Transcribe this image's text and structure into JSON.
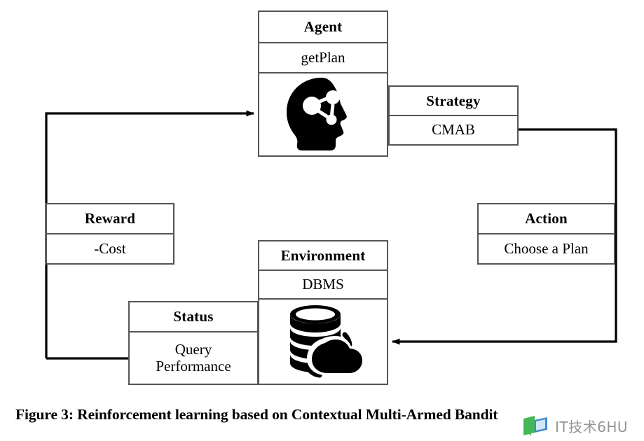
{
  "figure": {
    "caption": "Figure 3: Reinforcement learning based on Contextual Multi-Armed Bandit"
  },
  "nodes": {
    "agent": {
      "title": "Agent",
      "attribute": "getPlan",
      "icon": "head-brain-network-icon"
    },
    "strategy": {
      "title": "Strategy",
      "attribute": "CMAB"
    },
    "reward": {
      "title": "Reward",
      "attribute": "-Cost"
    },
    "action": {
      "title": "Action",
      "attribute": "Choose a Plan"
    },
    "environment": {
      "title": "Environment",
      "attribute": "DBMS",
      "icon": "database-cloud-icon"
    },
    "status": {
      "title": "Status",
      "attribute_line1": "Query",
      "attribute_line2": "Performance"
    }
  },
  "edges": [
    {
      "name": "reward-to-agent",
      "from": "Reward",
      "to": "Agent",
      "arrow": "right"
    },
    {
      "name": "strategy-to-action",
      "from": "Strategy",
      "to": "Action",
      "arrow": "none"
    },
    {
      "name": "action-to-environment",
      "from": "Action",
      "to": "Environment",
      "arrow": "left"
    },
    {
      "name": "status-to-reward",
      "from": "Status",
      "to": "Reward",
      "arrow": "none"
    }
  ],
  "watermark": {
    "text": "IT技术6HU",
    "logo_colors": {
      "green": "#35b34a",
      "blue": "#2f7fd1",
      "light": "#cfe3f7"
    }
  },
  "colors": {
    "box_border": "#555555",
    "line": "#000000",
    "background": "#ffffff",
    "icon": "#000000"
  }
}
